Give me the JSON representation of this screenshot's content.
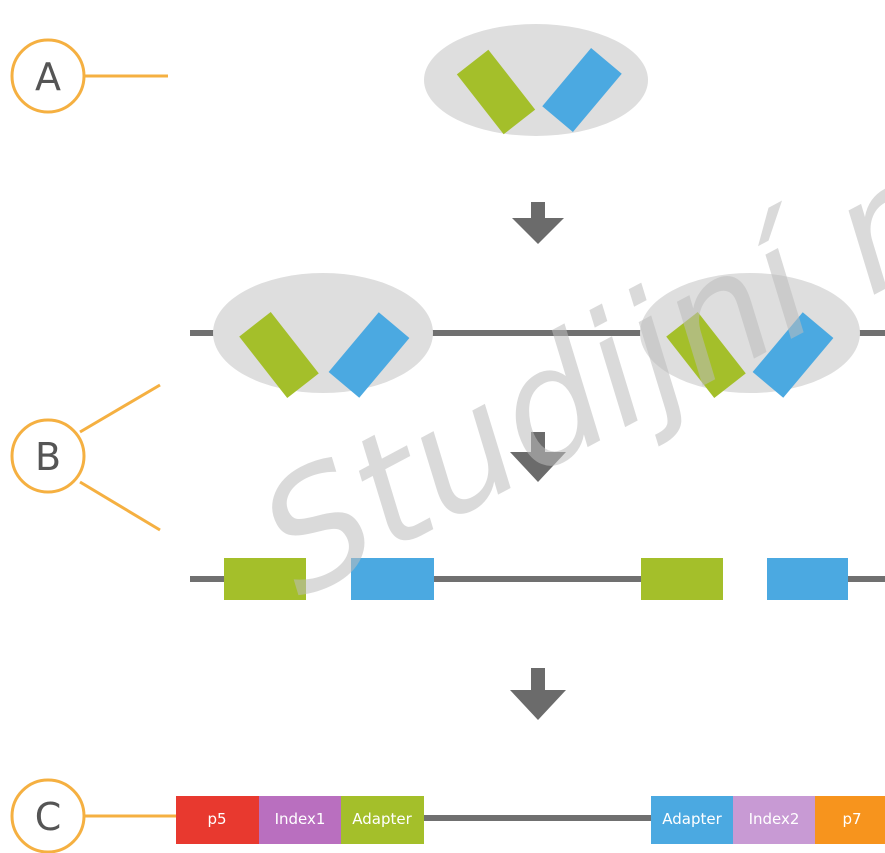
{
  "colors": {
    "orange": "#f5b041",
    "green": "#a4bf2a",
    "blue": "#4ba9e1",
    "gray_line": "#707070",
    "cloud": "#dedede",
    "arrow": "#6b6b6b",
    "p5": "#e8392f",
    "index1": "#b96fbf",
    "adapter_green": "#a4bf2a",
    "adapter_blue": "#4ba9e1",
    "index2": "#c89ad4",
    "p7": "#f7941d"
  },
  "steps": {
    "a": {
      "letter": "A"
    },
    "b": {
      "letter": "B"
    },
    "c": {
      "letter": "C"
    }
  },
  "library": {
    "left": [
      "p5",
      "Index1",
      "Adapter"
    ],
    "right": [
      "Adapter",
      "Index2",
      "p7"
    ]
  },
  "watermark": "Studijní m"
}
